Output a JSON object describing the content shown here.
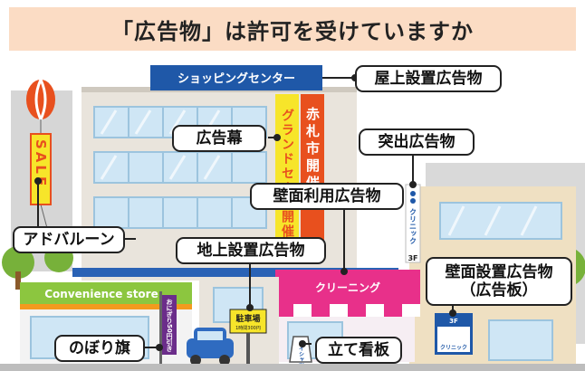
{
  "title": "「広告物」は許可を受けていますか",
  "signs": {
    "rooftop_banner": "ショッピングセンター",
    "vertical_red": "赤札市開催",
    "vertical_yellow": "グランドセール開催",
    "sale_balloon": "SALE",
    "convenience_store": "Convenience store",
    "cleaning_shop": "クリーニング",
    "parking": "駐車場",
    "parking_sub": "1時間300円",
    "clinic_vertical": "クリニック",
    "clinic_floor": "3F",
    "clinic_board_floor": "3F",
    "clinic_board": "クリニック",
    "nobori_flag": "おにぎり50円引き",
    "stand_board": "ワイシャツ"
  },
  "labels": {
    "rooftop": "屋上設置広告物",
    "curtain": "広告幕",
    "protruding": "突出広告物",
    "wall_use": "壁面利用広告物",
    "ad_balloon": "アドバルーン",
    "ground": "地上設置広告物",
    "wall_board_line1": "壁面設置広告物",
    "wall_board_line2": "（広告板）",
    "nobori": "のぼり旗",
    "stand": "立て看板"
  },
  "colors": {
    "title_bg": "#fbdcc4",
    "banner_blue": "#1f58a8",
    "vertical_red": "#e8501e",
    "vertical_yellow": "#f7e52a",
    "cleaning_pink": "#e8308a",
    "store_green": "#8cc63f",
    "tree_green": "#77b13a"
  }
}
